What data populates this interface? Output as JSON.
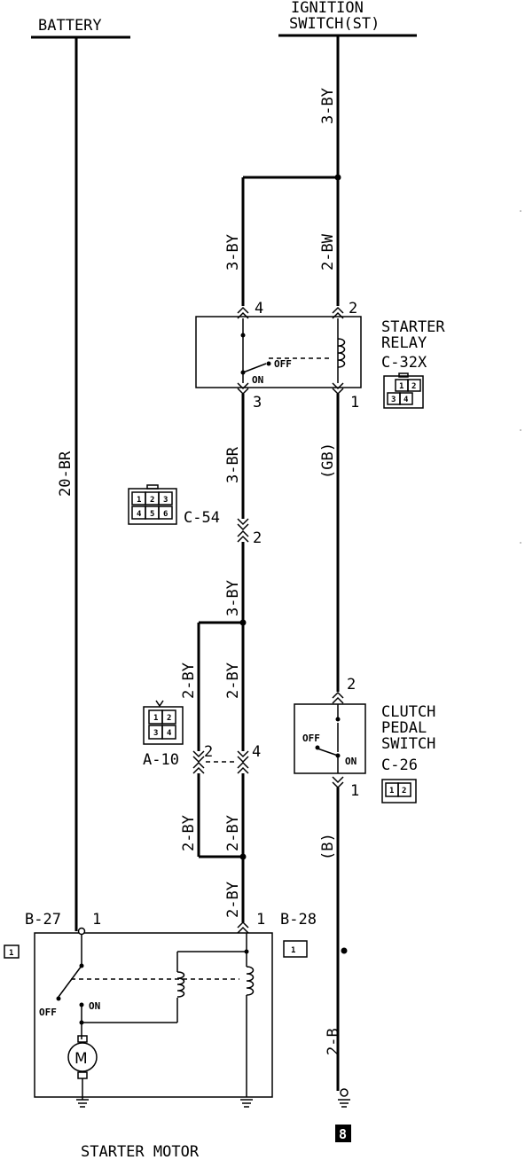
{
  "sources": {
    "battery": "BATTERY",
    "ignition_line1": "IGNITION",
    "ignition_line2": "SWITCH(ST)"
  },
  "wires": {
    "battery_main": "20-BR",
    "ign_top": "3-BY",
    "relay_in_left": "3-BY",
    "relay_in_right": "2-BW",
    "relay_out_left": "3-BR",
    "relay_out_right": "(GB)",
    "c54_out": "3-BY",
    "a10_left_upper": "2-BY",
    "a10_right_upper": "2-BY",
    "a10_left_lower": "2-BY",
    "a10_right_lower": "2-BY",
    "b28_in": "2-BY",
    "clutch_out": "(B)",
    "ground_wire": "2-B"
  },
  "starter_relay": {
    "title_line1": "STARTER",
    "title_line2": "RELAY",
    "connector": "C-32X",
    "pin_tl": "4",
    "pin_tr": "2",
    "pin_bl": "3",
    "pin_br": "1",
    "off": "OFF",
    "on": "ON",
    "conn_pins": [
      "1",
      "2",
      "3",
      "4"
    ]
  },
  "c54": {
    "connector": "C-54",
    "pin": "2",
    "conn_pins": [
      "1",
      "2",
      "3",
      "4",
      "5",
      "6"
    ]
  },
  "a10": {
    "connector": "A-10",
    "pin_left": "2",
    "pin_right": "4",
    "conn_pins": [
      "1",
      "2",
      "3",
      "4"
    ]
  },
  "clutch_switch": {
    "title_line1": "CLUTCH",
    "title_line2": "PEDAL",
    "title_line3": "SWITCH",
    "connector": "C-26",
    "pin_top": "2",
    "pin_bottom": "1",
    "off": "OFF",
    "on": "ON",
    "conn_pins": [
      "1",
      "2"
    ]
  },
  "starter_motor": {
    "title": "STARTER MOTOR",
    "b27": "B-27",
    "b27_pin": "1",
    "b28": "B-28",
    "b28_pin": "1",
    "off": "OFF",
    "on": "ON",
    "motor": "M",
    "badge_left": "1",
    "b28_badge": "1"
  },
  "ground_ref": "8"
}
